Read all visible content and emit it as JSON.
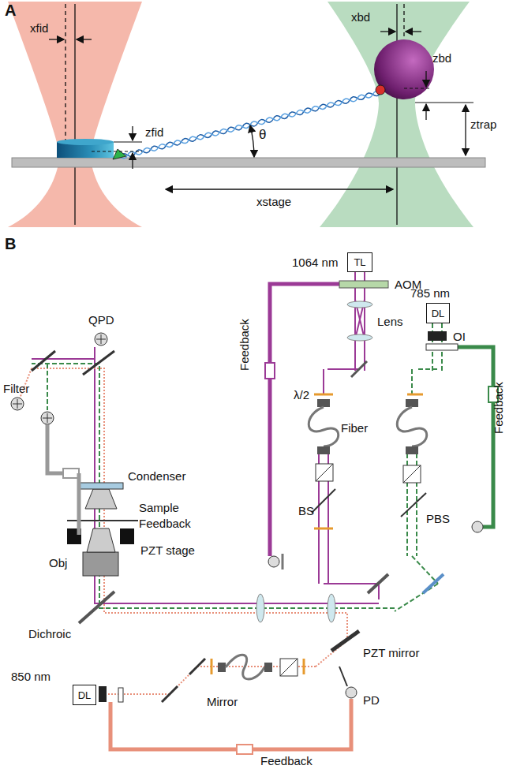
{
  "diagram": {
    "nodes": [
      {
        "text": [
          "TL"
        ]
      },
      {
        "text": [
          "DL"
        ]
      },
      {
        "text": [
          "DL"
        ]
      }
    ],
    "labels": [
      "A",
      "xfid",
      "zfid",
      "xbd",
      "zbd",
      "ztrap",
      "θ",
      "xstage",
      "B",
      "1064 nm",
      "AOM",
      "Lens",
      "Feedback",
      "λ/2",
      "Fiber",
      "BS",
      "785 nm",
      "OI",
      "PBS",
      "Feedback",
      "QPD",
      "Filter",
      "Condenser",
      "Sample",
      "Feedback",
      "Obj",
      "PZT stage",
      "Dichroic",
      "PZT mirror",
      "Mirror",
      "PD",
      "850 nm",
      "Feedback"
    ]
  }
}
